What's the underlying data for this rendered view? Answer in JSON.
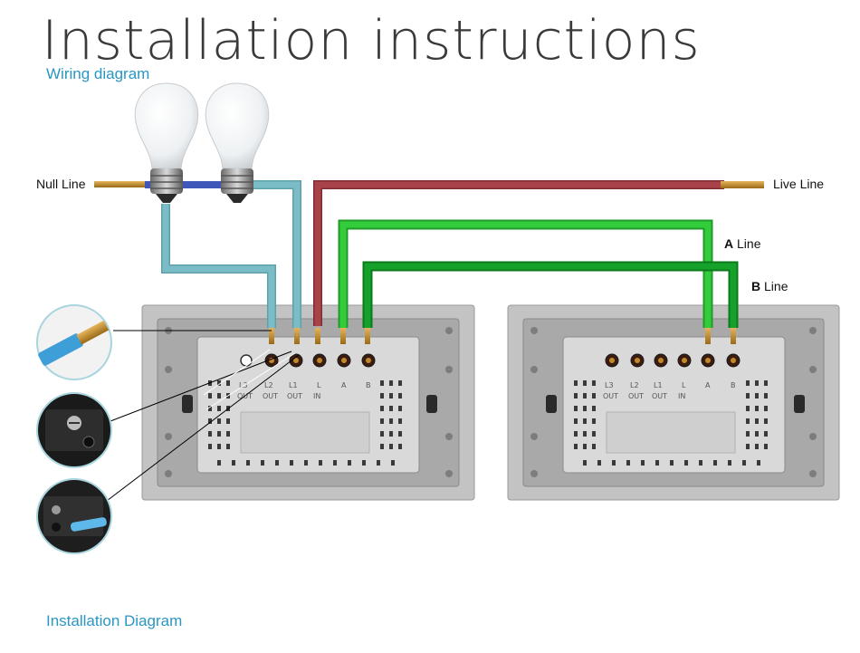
{
  "title": "Installation instructions",
  "subtitle": "Wiring diagram",
  "footer": "Installation Diagram",
  "lines": {
    "null": "Null Line",
    "live": "Live Line",
    "a_first": "A",
    "a_rest": " Line",
    "b_first": "B",
    "b_rest": " Line"
  },
  "terminals": [
    "L3",
    "L2",
    "L1",
    "L",
    "A",
    "B"
  ],
  "terminal_sub": [
    "OUT",
    "OUT",
    "OUT",
    "IN",
    "",
    ""
  ],
  "colors": {
    "neutral": "#7bbdc6",
    "neutral_edge": "#5f9fa9",
    "live": "#a9434a",
    "live_edge": "#7f2d33",
    "a_line": "#33cc3a",
    "b_line": "#16a22a",
    "copper": "#c08a2a",
    "panel": "#bcbcbc",
    "module": "#dedede",
    "accent": "#2a96c4"
  }
}
